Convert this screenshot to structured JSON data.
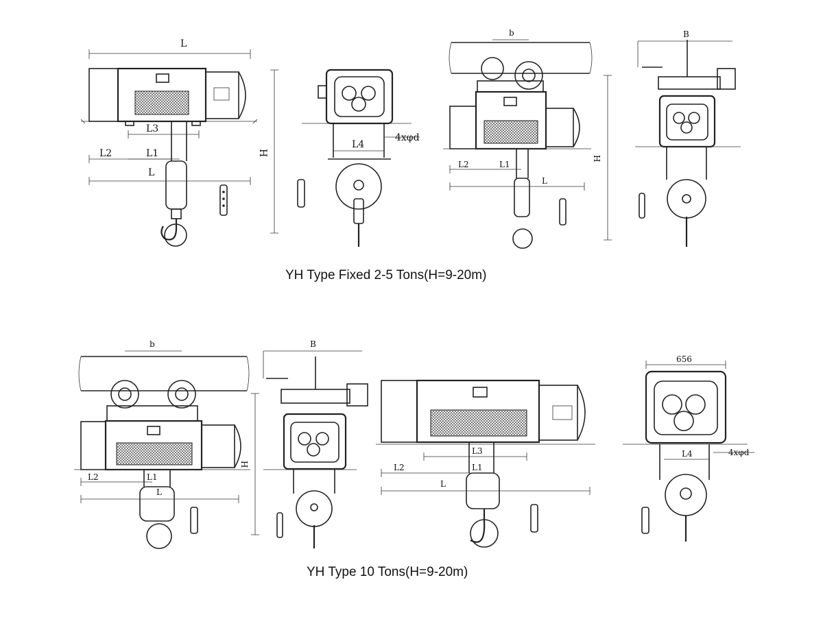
{
  "captions": {
    "top": "YH Type Fixed 2-5 Tons(H=9-20m)",
    "bottom": "YH Type 10 Tons(H=9-20m)"
  },
  "dims": {
    "fixed_front": {
      "L_top": "L",
      "L3": "L3",
      "L2": "L2",
      "L1": "L1",
      "L_bottom": "L",
      "H": "H"
    },
    "fixed_side": {
      "L4": "L4",
      "holes": "4xφd"
    },
    "trolley_front": {
      "b": "b",
      "L2": "L2",
      "L1": "L1",
      "L": "L",
      "H": "H"
    },
    "trolley_side": {
      "B": "B"
    },
    "t10_trolley_front": {
      "b": "b",
      "L2": "L2",
      "L1": "L1",
      "L": "L",
      "H": "H"
    },
    "t10_trolley_side": {
      "B": "B"
    },
    "t10_fixed_front": {
      "L3": "L3",
      "L2": "L2",
      "L1": "L1",
      "L": "L"
    },
    "t10_fixed_side": {
      "width": "656",
      "L4": "L4",
      "holes": "4xφd"
    }
  }
}
